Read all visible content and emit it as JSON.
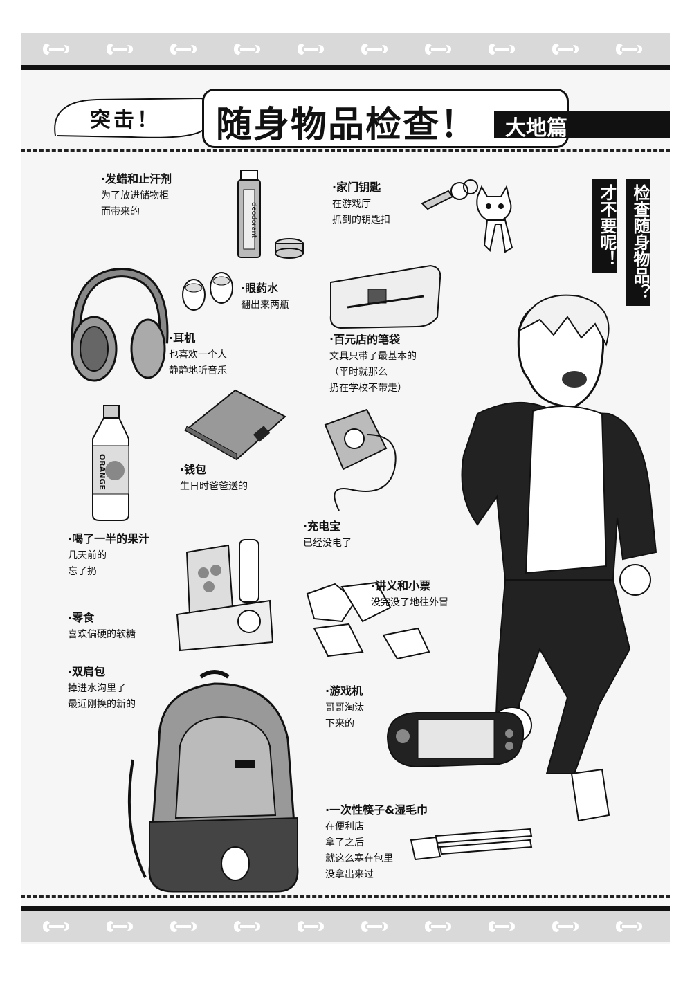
{
  "header": {
    "tuji": "突击！",
    "title_main": "随身物品检查！",
    "title_sub": "大地篇"
  },
  "bubbles": {
    "check": "检查随身物品？",
    "refuse": "才不要呢！"
  },
  "items": [
    {
      "name": "·发蜡和止汗剂",
      "lines": [
        "为了放进储物柜",
        "而带来的"
      ]
    },
    {
      "name": "·家门钥匙",
      "lines": [
        "在游戏厅",
        "抓到的钥匙扣"
      ]
    },
    {
      "name": "·眼药水",
      "lines": [
        "翻出来两瓶"
      ]
    },
    {
      "name": "·耳机",
      "lines": [
        "也喜欢一个人",
        "静静地听音乐"
      ]
    },
    {
      "name": "·百元店的笔袋",
      "lines": [
        "文具只带了最基本的",
        "（平时就那么",
        "扔在学校不带走）"
      ]
    },
    {
      "name": "·钱包",
      "lines": [
        "生日时爸爸送的"
      ]
    },
    {
      "name": "·充电宝",
      "lines": [
        "已经没电了"
      ]
    },
    {
      "name": "·喝了一半的果汁",
      "lines": [
        "几天前的",
        "忘了扔"
      ]
    },
    {
      "name": "·讲义和小票",
      "lines": [
        "没完没了地往外冒"
      ]
    },
    {
      "name": "·零食",
      "lines": [
        "喜欢偏硬的软糖"
      ]
    },
    {
      "name": "·双肩包",
      "lines": [
        "掉进水沟里了",
        "最近刚换的新的"
      ]
    },
    {
      "name": "·游戏机",
      "lines": [
        "哥哥淘汰",
        "下来的"
      ]
    },
    {
      "name": "·一次性筷子&湿毛巾",
      "lines": [
        "在便利店",
        "拿了之后",
        "就这么塞在包里",
        "没拿出来过"
      ]
    }
  ],
  "labels": {
    "spray": "deodorant",
    "bottle": "ORANGE"
  }
}
